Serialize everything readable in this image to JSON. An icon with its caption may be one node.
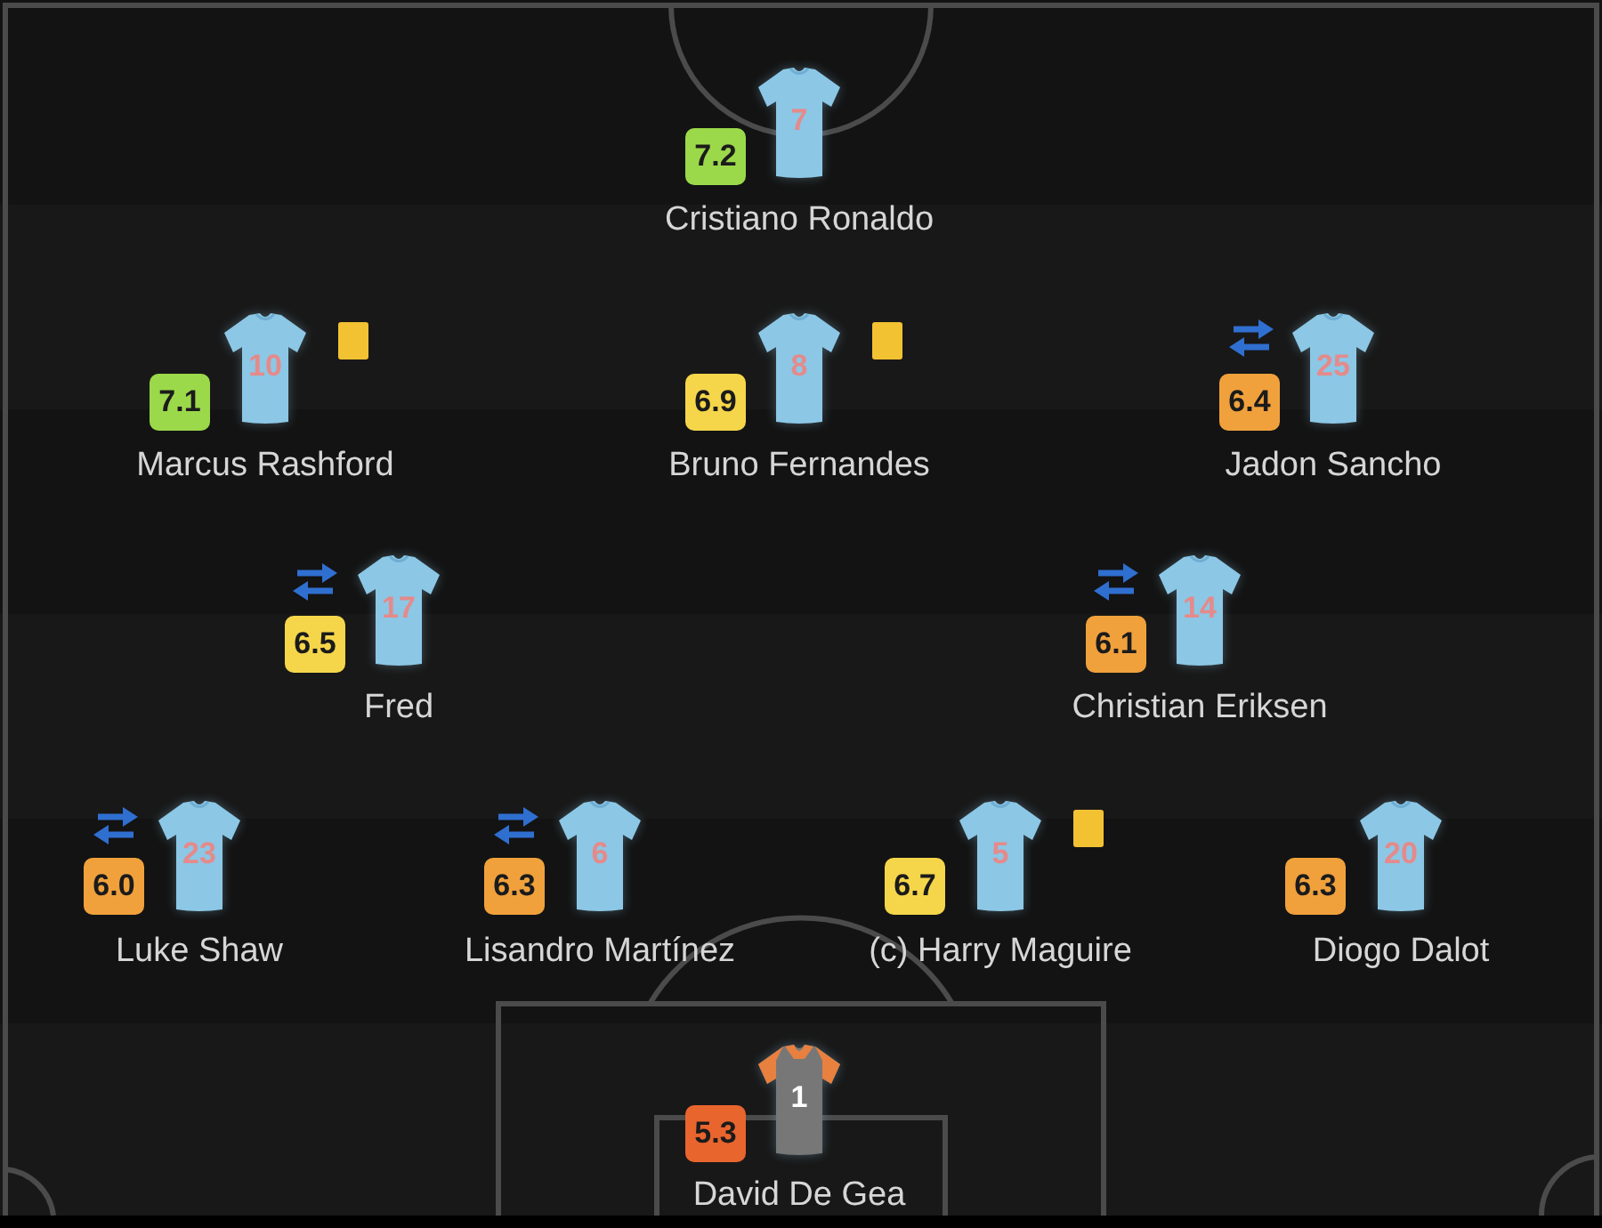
{
  "diagram": {
    "nodes": [
      {
        "text": [
          "7"
        ],
        "beside": [
          "Cristiano Ronaldo"
        ]
      },
      {
        "text": [
          "7.2"
        ]
      },
      {
        "text": [
          "10"
        ],
        "beside": [
          "Marcus Rashford"
        ]
      },
      {
        "text": [
          "7.1"
        ]
      },
      {
        "text": [
          "8"
        ],
        "beside": [
          "Bruno Fernandes"
        ]
      },
      {
        "text": [
          "6.9"
        ]
      },
      {
        "text": [
          "25"
        ],
        "beside": [
          "Jadon Sancho"
        ]
      },
      {
        "text": [
          "6.4"
        ]
      },
      {
        "text": [
          "17"
        ],
        "beside": [
          "Fred"
        ]
      },
      {
        "text": [
          "6.5"
        ]
      },
      {
        "text": [
          "14"
        ],
        "beside": [
          "Christian Eriksen"
        ]
      },
      {
        "text": [
          "6.1"
        ]
      },
      {
        "text": [
          "23"
        ],
        "beside": [
          "Luke Shaw"
        ]
      },
      {
        "text": [
          "6.0"
        ]
      },
      {
        "text": [
          "6"
        ],
        "beside": [
          "Lisandro Martínez"
        ]
      },
      {
        "text": [
          "6.3"
        ]
      },
      {
        "text": [
          "5"
        ],
        "beside": [
          "(c) Harry Maguire"
        ]
      },
      {
        "text": [
          "6.7"
        ]
      },
      {
        "text": [
          "20"
        ],
        "beside": [
          "Diogo Dalot"
        ]
      },
      {
        "text": [
          "6.3"
        ]
      },
      {
        "text": [
          "1"
        ],
        "beside": [
          "David De Gea"
        ]
      },
      {
        "text": [
          "5.3"
        ]
      }
    ]
  }
}
